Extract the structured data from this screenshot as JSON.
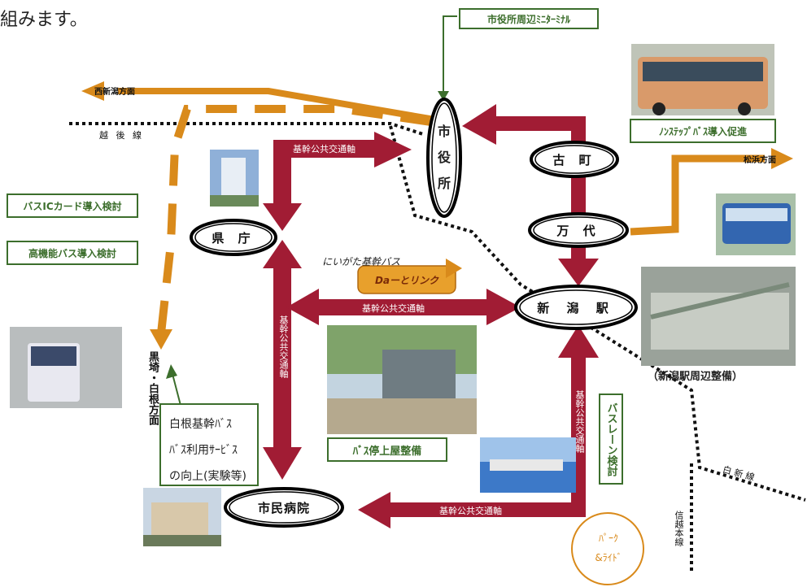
{
  "intro_text": "組みます。",
  "nodes": {
    "shiyakusho": [
      "市",
      "役",
      "所"
    ],
    "furumachi": "古 町",
    "bandai": "万 代",
    "kencho": "県 庁",
    "niigata_station": "新 潟 駅",
    "hospital": "市民病院"
  },
  "axis_label": "基幹公共交通軸",
  "destinations": {
    "west": "西新潟方面",
    "matsuhama": "松浜方面",
    "kurosaki_shirone": "黒埼・白根方面"
  },
  "rail_lines": {
    "echigo": "越 後 線",
    "hakushin": "白 新 線",
    "shinetsu": "信越本線"
  },
  "bus_brand": {
    "title": "にいがた基幹バス",
    "logo_text": "Daーとリンク"
  },
  "boxes": {
    "terminal": "市役所周辺ﾐﾆﾀｰﾐﾅﾙ",
    "non_step": "ﾉﾝｽﾃｯﾌﾟﾊﾞｽ導入促進",
    "ic_card": "バスICカード導入検討",
    "high_function": "高機能バス導入検討",
    "shirone_service": [
      "白根基幹ﾊﾞｽ",
      "ﾊﾞｽ利用ｻｰﾋﾞｽ",
      "の向上(実験等)"
    ],
    "bus_shelter": "ﾊﾞｽ停上屋整備",
    "bus_lane": "バスレーン検討",
    "station_area": "（新潟駅周辺整備）"
  },
  "park_ride": [
    "ﾊﾟｰｸ",
    "&ﾗｲﾄﾞ"
  ],
  "colors": {
    "axis": "#a11c34",
    "orange": "#d98a1b",
    "green": "#3c6e2c"
  }
}
